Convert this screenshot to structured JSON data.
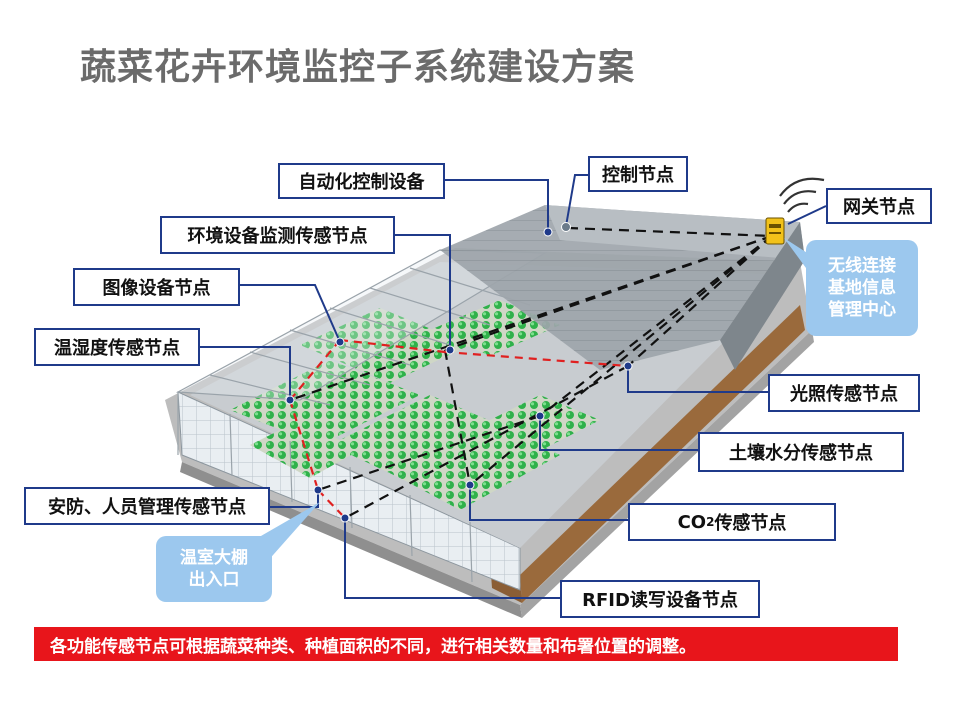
{
  "title": "蔬菜花卉环境监控子系统建设方案",
  "labels": {
    "auto_control": "自动化控制设备",
    "control_node": "控制节点",
    "gateway_node": "网关节点",
    "env_monitor": "环境设备监测传感节点",
    "image_node": "图像设备节点",
    "temp_humidity": "温湿度传感节点",
    "light_sensor": "光照传感节点",
    "soil_moisture": "土壤水分传感节点",
    "security": "安防、人员管理传感节点",
    "co2_prefix": "CO",
    "co2_sub": "2",
    "co2_suffix": "传感节点",
    "rfid": "RFID读写设备节点"
  },
  "wireless_bubble": {
    "line1": "无线连接",
    "line2": "基地信息",
    "line3": "管理中心"
  },
  "entrance_bubble": {
    "line1": "温室大棚",
    "line2": "出入口"
  },
  "note": "各功能传感节点可根据蔬菜种类、种植面积的不同，进行相关数量和布署位置的调整。",
  "colors": {
    "leader_line": "#1f3a8a",
    "box_border": "#1f3a8a",
    "red_link": "#e02020",
    "black_link": "#111111",
    "bubble": "#9cc8ee",
    "note_bg": "#e8151b",
    "title": "#6b6b6b"
  },
  "icons": {
    "gateway": "router-icon",
    "wifi": "wifi-signal-icon"
  }
}
